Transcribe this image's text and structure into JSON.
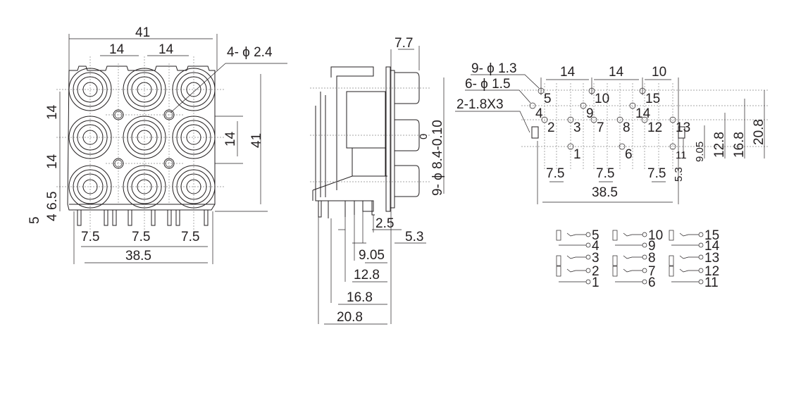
{
  "front_view": {
    "width_total": "41",
    "pitch_x1": "14",
    "pitch_x2": "14",
    "holes": "4- ϕ 2.4",
    "pitch_y1": "14",
    "pitch_y2": "14",
    "offset_65": "6.5",
    "offset_4": "4",
    "offset_5": "5",
    "right_pitch": "14",
    "height_total": "41",
    "pin_pitch": [
      "7.5",
      "7.5",
      "7.5"
    ],
    "pin_span": "38.5"
  },
  "side_view": {
    "depth_top": "7.7",
    "jack_dia": "9- ϕ 8.4-0.10",
    "tol_upper": "0",
    "d1": "2.5",
    "d2": "5.3",
    "d3": "9.05",
    "d4": "12.8",
    "d5": "16.8",
    "d6": "20.8"
  },
  "pcb_layout": {
    "hole_note_1": "9- ϕ 1.3",
    "hole_note_2": "6- ϕ 1.5",
    "slot_note": "2-1.8X3",
    "pitch": [
      "14",
      "14",
      "10"
    ],
    "pins": [
      "1",
      "2",
      "3",
      "4",
      "5",
      "6",
      "7",
      "8",
      "9",
      "10",
      "11",
      "12",
      "13",
      "14",
      "15"
    ],
    "right_dims": [
      "5.3",
      "9.05",
      "12.8",
      "16.8",
      "20.8"
    ],
    "bottom_pitch": [
      "7.5",
      "7.5",
      "7.5"
    ],
    "span": "38.5"
  },
  "schematic": {
    "columns": [
      [
        "5",
        "4",
        "3",
        "2",
        "1"
      ],
      [
        "10",
        "9",
        "8",
        "7",
        "6"
      ],
      [
        "15",
        "14",
        "13",
        "12",
        "11"
      ]
    ]
  }
}
